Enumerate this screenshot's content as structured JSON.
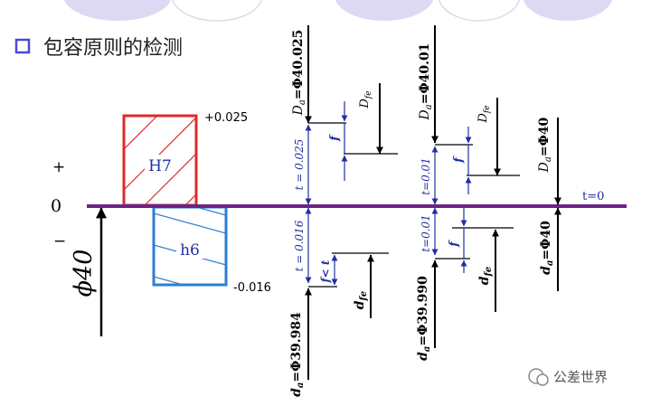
{
  "title": "包容原则的检测",
  "colors": {
    "accent_square": "#4b4ad6",
    "zero_line": "#6b2385",
    "hole_zone": "#e02a2a",
    "shaft_zone": "#2e7fd2",
    "annotation_blue": "#1f2fa0",
    "black": "#000000",
    "bubble_fill": "#ddd9f2"
  },
  "axis": {
    "plus": "+",
    "zero": "0",
    "minus": "−",
    "nominal_phi": "ϕ40"
  },
  "zones": {
    "hole_label": "H7",
    "hole_upper": "+0.025",
    "shaft_label": "h6",
    "shaft_lower": "-0.016"
  },
  "group1": {
    "Da_sub": "a",
    "Da_value": "=Φ40.025",
    "Dfe_sub": "fe",
    "t_upper": "t = 0.025",
    "f_upper": "f",
    "t_lower": "t = 0.016",
    "f_lower": "f< t",
    "dfe_sub": "fe",
    "da_sub": "a",
    "da_value": "=Φ39.984"
  },
  "group2": {
    "Da_sub": "a",
    "Da_value": "=Φ40.01",
    "Dfe_sub": "fe",
    "t_upper": "t=0.01",
    "f_upper": "f",
    "t_lower": "t=0.01",
    "f_lower": "f",
    "dfe_sub": "fe",
    "da_sub": "a",
    "da_value": "=Φ39.990"
  },
  "group3": {
    "Da_sub": "a",
    "Da_value": "=Φ40",
    "t_zero": "t=0",
    "da_sub": "a",
    "da_value": "=Φ40"
  },
  "watermark": "公差世界"
}
